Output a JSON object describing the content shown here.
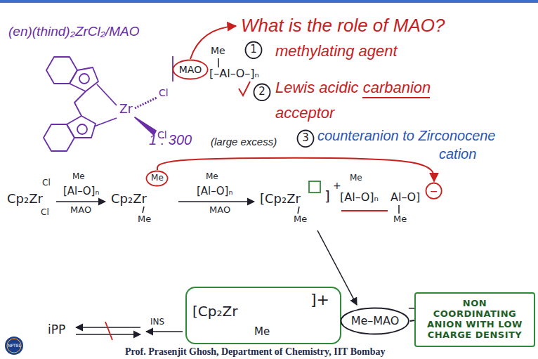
{
  "diagram": {
    "nodes": [
      {
        "text": [
          "MAO"
        ]
      },
      {
        "text": [
          "1"
        ]
      },
      {
        "text": [
          "2"
        ]
      },
      {
        "text": [
          "3"
        ]
      },
      {
        "text": [
          "Me"
        ]
      },
      {
        "text": [
          "−"
        ]
      },
      {
        "text": [
          "[Cp₂Zr",
          "Me",
          "]+"
        ]
      },
      {
        "text": [
          "Me–MAO"
        ]
      },
      {
        "text": [
          "NON COORDINATING ANION WITH LOW CHARGE DENSITY"
        ]
      }
    ],
    "edges": [
      {
        "from": 4,
        "to": 5,
        "arrow": "to"
      },
      {
        "from": 7,
        "to": 8,
        "arrow": "none"
      }
    ],
    "labels": [
      "What is the role of MAO?",
      "(en)(thind)₂ZrCl₂/MAO",
      "Zr",
      "Cl",
      "Cl",
      "Me",
      "[–Al–O–]ₙ",
      "methylating agent",
      "Lewis acidic carbanion",
      "acceptor",
      "1 : 300",
      "(large excess)",
      "counteranion to Zirconocene",
      "cation",
      "Cp₂Zr",
      "Cl",
      "Cl",
      "Me",
      "[Al–O]ₙ",
      "MAO",
      "Cp₂Zr",
      "Me",
      "Me",
      "[Al–O]ₙ",
      "MAO",
      "[Cp₂Zr",
      "Me",
      "]",
      "+",
      "Me",
      "[Al–O]ₙ",
      "Al–O]",
      "Me",
      "iPP",
      "INS",
      "−",
      "Prof. Prasenjit Ghosh, Department of Chemistry, IIT Bombay",
      "NPTEL"
    ]
  }
}
